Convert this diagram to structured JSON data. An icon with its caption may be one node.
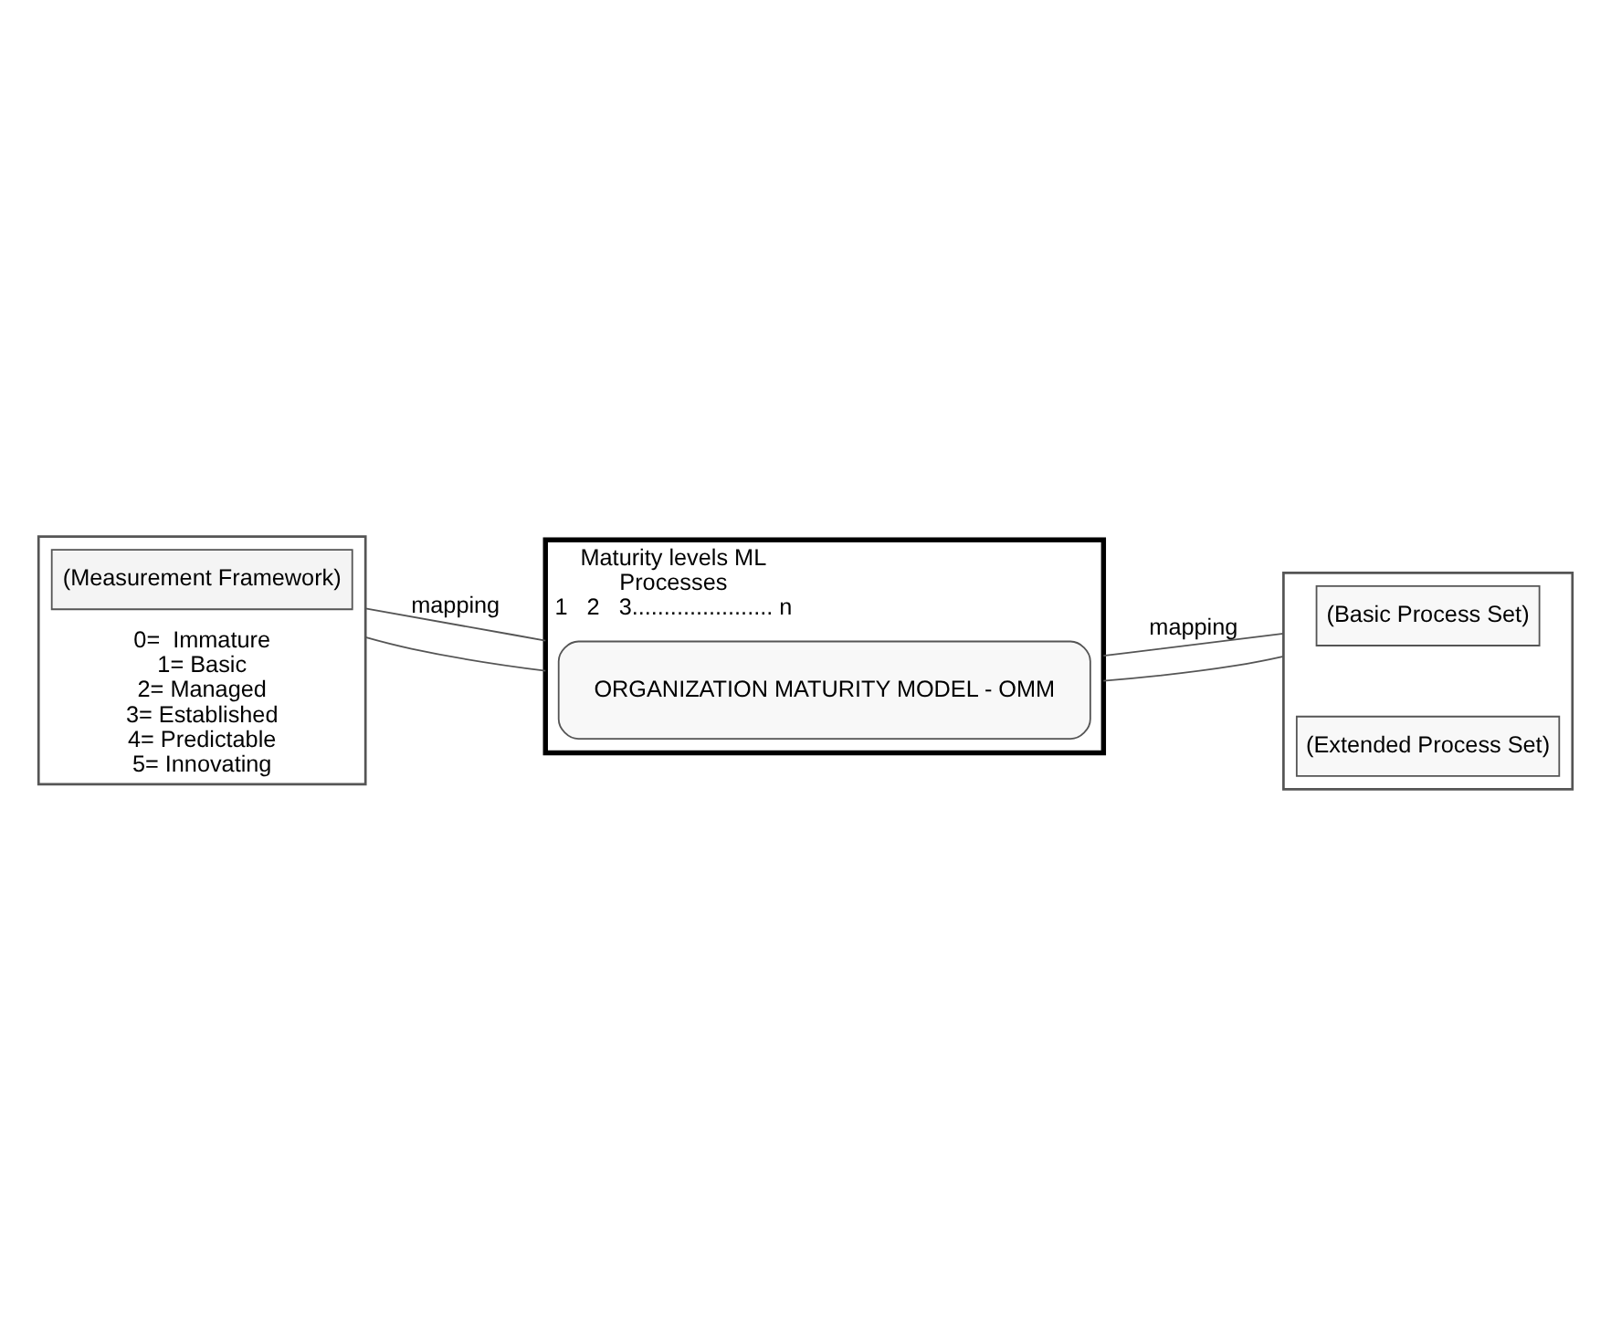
{
  "diagram": {
    "nodes": [
      {
        "text": [
          "0=  Immature",
          "1= Basic",
          "2= Managed",
          "3= Established",
          "4= Predictable",
          "5= Innovating"
        ]
      },
      {
        "text": [
          "(Measurement Framework)"
        ],
        "in": 0
      },
      {
        "text": [
          "Maturity levels ML",
          "Processes",
          "1   2   3...................... n"
        ]
      },
      {
        "text": [
          "ORGANIZATION MATURITY MODEL - OMM"
        ],
        "in": 2
      },
      {
        "text": [],
        "shape": "box"
      },
      {
        "text": [
          "(Basic Process Set)"
        ],
        "in": 4
      },
      {
        "text": [
          "(Extended Process Set)"
        ],
        "in": 4
      }
    ],
    "edges": [
      {
        "from": 0,
        "to": 2,
        "arrow": "none",
        "label": "mapping"
      },
      {
        "from": 0,
        "to": 2,
        "arrow": "none"
      },
      {
        "from": 2,
        "to": 4,
        "arrow": "none",
        "label": "mapping"
      },
      {
        "from": 2,
        "to": 4,
        "arrow": "none"
      }
    ]
  }
}
